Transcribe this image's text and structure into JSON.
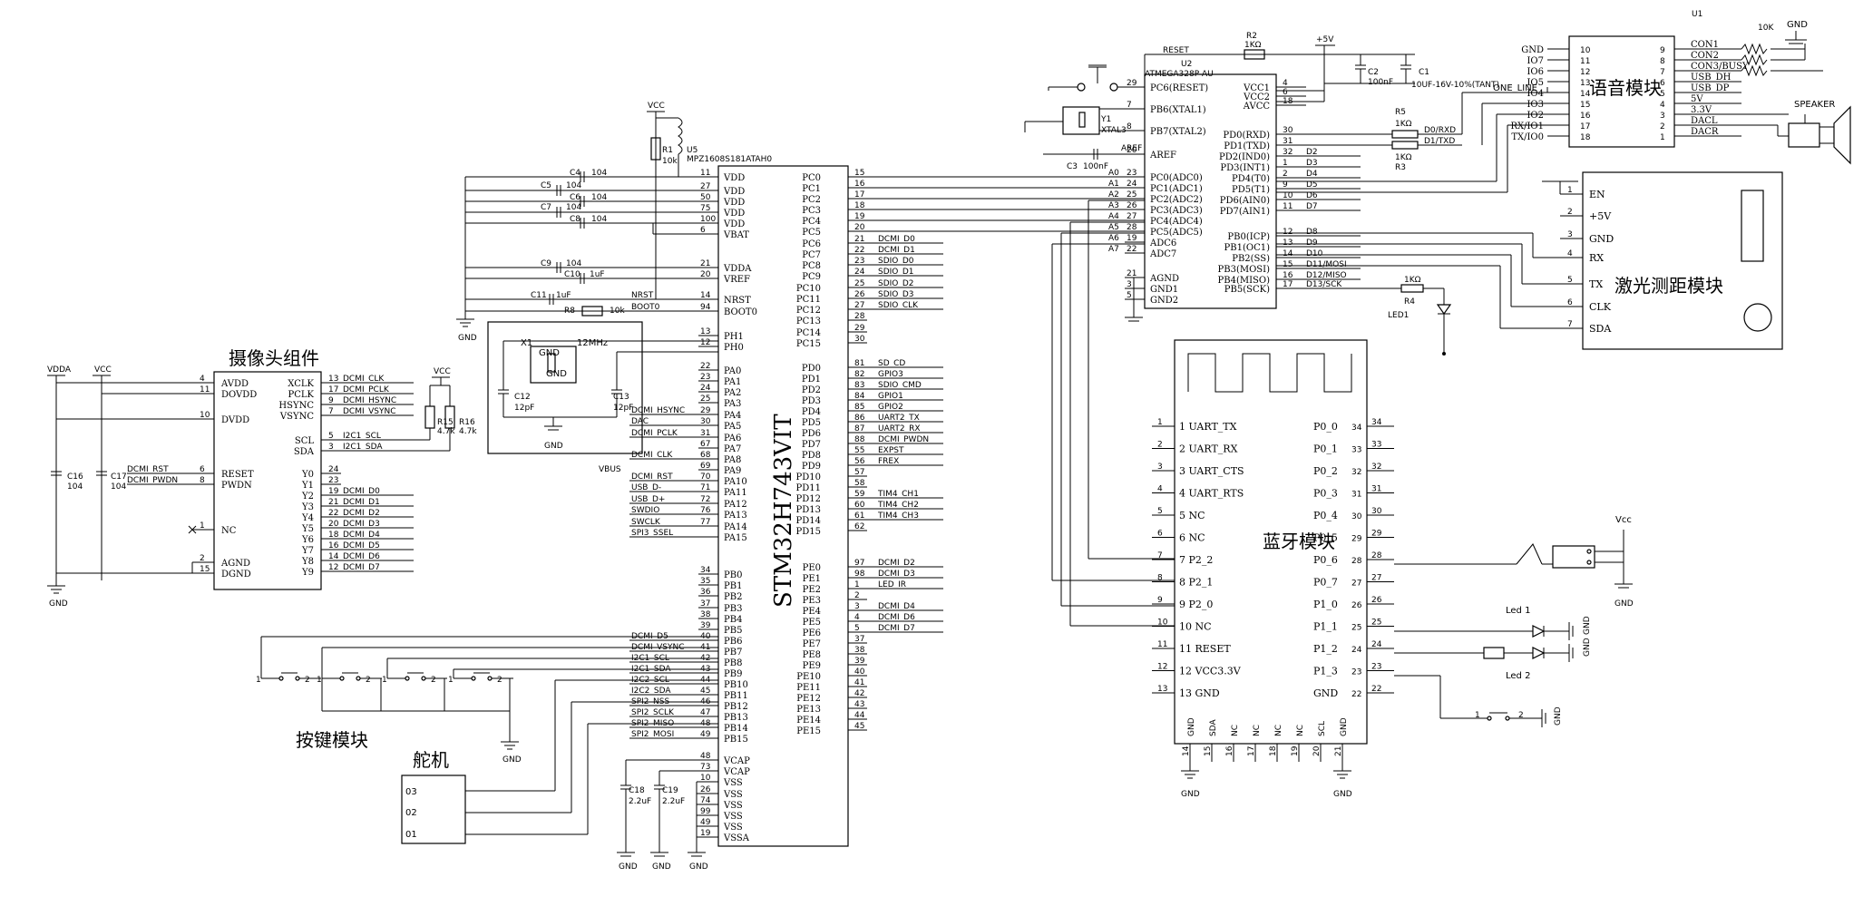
{
  "u1": {
    "id": "U1",
    "title": "STM32H743VIT",
    "left_pins": [
      {
        "name": "VDD",
        "num": "11"
      },
      {
        "name": "VDD",
        "num": "27"
      },
      {
        "name": "VDD",
        "num": "50"
      },
      {
        "name": "VDD",
        "num": "75"
      },
      {
        "name": "VDD",
        "num": "100"
      },
      {
        "name": "VBAT",
        "num": "6"
      },
      {
        "name": "VDDA",
        "num": "21"
      },
      {
        "name": "VREF",
        "num": "20"
      },
      {
        "name": "NRST",
        "num": "14"
      },
      {
        "name": "BOOT0",
        "num": "94"
      },
      {
        "name": "PH1",
        "num": "13"
      },
      {
        "name": "PH0",
        "num": "12"
      },
      {
        "name": "PA0",
        "num": "22"
      },
      {
        "name": "PA1",
        "num": "23"
      },
      {
        "name": "PA2",
        "num": "24"
      },
      {
        "name": "PA3",
        "num": "25"
      },
      {
        "name": "PA4",
        "num": "29"
      },
      {
        "name": "PA5",
        "num": "30"
      },
      {
        "name": "PA6",
        "num": "31"
      },
      {
        "name": "PA7",
        "num": "67"
      },
      {
        "name": "PA8",
        "num": "68"
      },
      {
        "name": "PA9",
        "num": "69"
      },
      {
        "name": "PA10",
        "num": "70"
      },
      {
        "name": "PA11",
        "num": "71"
      },
      {
        "name": "PA12",
        "num": "72"
      },
      {
        "name": "PA13",
        "num": "76"
      },
      {
        "name": "PA14",
        "num": "77"
      },
      {
        "name": "PA15",
        "num": ""
      },
      {
        "name": "PB0",
        "num": "34"
      },
      {
        "name": "PB1",
        "num": "35"
      },
      {
        "name": "PB2",
        "num": "36"
      },
      {
        "name": "PB3",
        "num": "37"
      },
      {
        "name": "PB4",
        "num": "38"
      },
      {
        "name": "PB5",
        "num": "39"
      },
      {
        "name": "PB6",
        "num": "40"
      },
      {
        "name": "PB7",
        "num": "41"
      },
      {
        "name": "PB8",
        "num": "42"
      },
      {
        "name": "PB9",
        "num": "43"
      },
      {
        "name": "PB10",
        "num": "44"
      },
      {
        "name": "PB11",
        "num": "45"
      },
      {
        "name": "PB12",
        "num": "46"
      },
      {
        "name": "PB13",
        "num": "47"
      },
      {
        "name": "PB14",
        "num": "48"
      },
      {
        "name": "PB15",
        "num": "49"
      },
      {
        "name": "VCAP",
        "num": "48"
      },
      {
        "name": "VCAP",
        "num": "73"
      },
      {
        "name": "VSS",
        "num": "10"
      },
      {
        "name": "VSS",
        "num": "26"
      },
      {
        "name": "VSS",
        "num": "74"
      },
      {
        "name": "VSS",
        "num": "99"
      },
      {
        "name": "VSS",
        "num": "49"
      },
      {
        "name": "VSSA",
        "num": "19"
      }
    ],
    "left_nets": [
      "",
      "",
      "",
      "",
      "",
      "",
      "",
      "",
      "NRST",
      "BOOT0",
      "",
      "",
      "",
      "",
      "",
      "",
      "DCMI_HSYNC",
      "DAC",
      "DCMI_PCLK",
      "",
      "DCMI_CLK",
      "",
      "DCMI_RST",
      "USB_D-",
      "USB_D+",
      "SWDIO",
      "SWCLK",
      "SPI3_SSEL",
      "",
      "",
      "",
      "",
      "",
      "",
      "DCMI_D5",
      "DCMI_VSYNC",
      "I2C1_SCL",
      "I2C1_SDA",
      "I2C2_SCL",
      "I2C2_SDA",
      "SPI2_NSS",
      "SPI2_SCLK",
      "SPI2_MISO",
      "SPI2_MOSI",
      "",
      "",
      "",
      "",
      "",
      "",
      "",
      ""
    ],
    "right_pins": [
      {
        "name": "PC0",
        "num": "15",
        "net": ""
      },
      {
        "name": "PC1",
        "num": "16",
        "net": ""
      },
      {
        "name": "PC2",
        "num": "17",
        "net": ""
      },
      {
        "name": "PC3",
        "num": "18",
        "net": ""
      },
      {
        "name": "PC4",
        "num": "19",
        "net": ""
      },
      {
        "name": "PC5",
        "num": "20",
        "net": ""
      },
      {
        "name": "PC6",
        "num": "21",
        "net": "DCMI_D0"
      },
      {
        "name": "PC7",
        "num": "22",
        "net": "DCMI_D1"
      },
      {
        "name": "PC8",
        "num": "23",
        "net": "SDIO_D0"
      },
      {
        "name": "PC9",
        "num": "24",
        "net": "SDIO_D1"
      },
      {
        "name": "PC10",
        "num": "25",
        "net": "SDIO_D2"
      },
      {
        "name": "PC11",
        "num": "26",
        "net": "SDIO_D3"
      },
      {
        "name": "PC12",
        "num": "27",
        "net": "SDIO_CLK"
      },
      {
        "name": "PC13",
        "num": "28",
        "net": ""
      },
      {
        "name": "PC14",
        "num": "29",
        "net": ""
      },
      {
        "name": "PC15",
        "num": "30",
        "net": ""
      },
      {
        "name": "PD0",
        "num": "81",
        "net": "SD_CD"
      },
      {
        "name": "PD1",
        "num": "82",
        "net": "GPIO3"
      },
      {
        "name": "PD2",
        "num": "83",
        "net": "SDIO_CMD"
      },
      {
        "name": "PD3",
        "num": "84",
        "net": "GPIO1"
      },
      {
        "name": "PD4",
        "num": "85",
        "net": "GPIO2"
      },
      {
        "name": "PD5",
        "num": "86",
        "net": "UART2_TX"
      },
      {
        "name": "PD6",
        "num": "87",
        "net": "UART2_RX"
      },
      {
        "name": "PD7",
        "num": "88",
        "net": "DCMI_PWDN"
      },
      {
        "name": "PD8",
        "num": "55",
        "net": "EXPST"
      },
      {
        "name": "PD9",
        "num": "56",
        "net": "FREX"
      },
      {
        "name": "PD10",
        "num": "57",
        "net": ""
      },
      {
        "name": "PD11",
        "num": "58",
        "net": ""
      },
      {
        "name": "PD12",
        "num": "59",
        "net": "TIM4_CH1"
      },
      {
        "name": "PD13",
        "num": "60",
        "net": "TIM4_CH2"
      },
      {
        "name": "PD14",
        "num": "61",
        "net": "TIM4_CH3"
      },
      {
        "name": "PD15",
        "num": "62",
        "net": ""
      },
      {
        "name": "PE0",
        "num": "97",
        "net": "DCMI_D2"
      },
      {
        "name": "PE1",
        "num": "98",
        "net": "DCMI_D3"
      },
      {
        "name": "PE2",
        "num": "1",
        "net": "LED_IR"
      },
      {
        "name": "PE3",
        "num": "2",
        "net": ""
      },
      {
        "name": "PE4",
        "num": "3",
        "net": "DCMI_D4"
      },
      {
        "name": "PE5",
        "num": "4",
        "net": "DCMI_D6"
      },
      {
        "name": "PE6",
        "num": "5",
        "net": "DCMI_D7"
      },
      {
        "name": "PE7",
        "num": "37",
        "net": ""
      },
      {
        "name": "PE8",
        "num": "38",
        "net": ""
      },
      {
        "name": "PE9",
        "num": "39",
        "net": ""
      },
      {
        "name": "PE10",
        "num": "40",
        "net": ""
      },
      {
        "name": "PE11",
        "num": "41",
        "net": ""
      },
      {
        "name": "PE12",
        "num": "42",
        "net": ""
      },
      {
        "name": "PE13",
        "num": "43",
        "net": ""
      },
      {
        "name": "PE14",
        "num": "44",
        "net": ""
      },
      {
        "name": "PE15",
        "num": "45",
        "net": ""
      }
    ],
    "vbus": "VBUS",
    "inductor": "MPZ1608S181ATAH0",
    "u5": "U5",
    "vcc": "VCC",
    "r1": "R1",
    "r1v": "10k",
    "r8": "R8",
    "r8v": "10k",
    "caps": [
      {
        "n": "C4",
        "v": "104"
      },
      {
        "n": "C5",
        "v": "104"
      },
      {
        "n": "C6",
        "v": "104"
      },
      {
        "n": "C7",
        "v": "104"
      },
      {
        "n": "C8",
        "v": "104"
      },
      {
        "n": "C9",
        "v": "104"
      },
      {
        "n": "C10",
        "v": "1uF"
      },
      {
        "n": "C11",
        "v": "1uF"
      }
    ],
    "crystal": {
      "x": "X1",
      "gnd1": "GND",
      "gnd2": "GND",
      "freq": "12MHz",
      "c12": "C12",
      "c12v": "12pF",
      "c13": "C13",
      "c13v": "12pF",
      "gnd": "GND"
    },
    "vcap": {
      "c18": "C18",
      "c18v": "2.2uF",
      "c19": "C19",
      "c19v": "2.2uF"
    },
    "gnd": "GND"
  },
  "camera": {
    "title": "摄像头组件",
    "vdda": "VDDA",
    "vcc": "VCC",
    "left_pins": [
      {
        "name": "AVDD",
        "num": "4"
      },
      {
        "name": "DOVDD",
        "num": "11"
      },
      {
        "name": "DVDD",
        "num": "10"
      },
      {
        "name": "RESET",
        "num": "6",
        "net": "DCMI_RST"
      },
      {
        "name": "PWDN",
        "num": "8",
        "net": "DCMI_PWDN"
      },
      {
        "name": "NC",
        "num": "1"
      },
      {
        "name": "AGND",
        "num": "2"
      },
      {
        "name": "DGND",
        "num": "15"
      }
    ],
    "right_pins": [
      {
        "name": "XCLK",
        "num": "13",
        "net": "DCMI_CLK"
      },
      {
        "name": "PCLK",
        "num": "17",
        "net": "DCMI_PCLK"
      },
      {
        "name": "HSYNC",
        "num": "9",
        "net": "DCMI_HSYNC"
      },
      {
        "name": "VSYNC",
        "num": "7",
        "net": "DCMI_VSYNC"
      },
      {
        "name": "SCL",
        "num": "5",
        "net": "I2C1_SCL"
      },
      {
        "name": "SDA",
        "num": "3",
        "net": "I2C1_SDA"
      },
      {
        "name": "Y0",
        "num": "24",
        "net": ""
      },
      {
        "name": "Y1",
        "num": "23",
        "net": ""
      },
      {
        "name": "Y2",
        "num": "19",
        "net": "DCMI_D0"
      },
      {
        "name": "Y3",
        "num": "21",
        "net": "DCMI_D1"
      },
      {
        "name": "Y4",
        "num": "22",
        "net": "DCMI_D2"
      },
      {
        "name": "Y5",
        "num": "20",
        "net": "DCMI_D3"
      },
      {
        "name": "Y6",
        "num": "18",
        "net": "DCMI_D4"
      },
      {
        "name": "Y7",
        "num": "16",
        "net": "DCMI_D5"
      },
      {
        "name": "Y8",
        "num": "14",
        "net": "DCMI_D6"
      },
      {
        "name": "Y9",
        "num": "12",
        "net": "DCMI_D7"
      }
    ],
    "c16": "C16",
    "c16v": "104",
    "c17": "C17",
    "c17v": "104",
    "r15": "R15",
    "r15v": "4.7k",
    "r16": "R16",
    "r16v": "4.7k",
    "gnd": "GND"
  },
  "buttons": {
    "title": "按键模块",
    "gnd": "GND",
    "p1": "1",
    "p2": "2"
  },
  "servo": {
    "title": "舵机",
    "pins": [
      "03",
      "02",
      "01"
    ]
  },
  "u2": {
    "id": "U2",
    "part": "ATMEGA328P-AU",
    "reset": "RESET",
    "r2": "R2",
    "r2v": "1KΩ",
    "plus5": "+5V",
    "left_pins": [
      {
        "name": "PC6(RESET)",
        "num": "29"
      },
      {
        "name": "PB6(XTAL1)",
        "num": "7"
      },
      {
        "name": "PB7(XTAL2)",
        "num": "8"
      },
      {
        "name": "AREF",
        "num": "20"
      },
      {
        "name": "PC0(ADC0)",
        "num": "23",
        "net": "A0"
      },
      {
        "name": "PC1(ADC1)",
        "num": "24",
        "net": "A1"
      },
      {
        "name": "PC2(ADC2)",
        "num": "25",
        "net": "A2"
      },
      {
        "name": "PC3(ADC3)",
        "num": "26",
        "net": "A3"
      },
      {
        "name": "PC4(ADC4)",
        "num": "27",
        "net": "A4"
      },
      {
        "name": "PC5(ADC5)",
        "num": "28",
        "net": "A5"
      },
      {
        "name": "ADC6",
        "num": "19",
        "net": "A6"
      },
      {
        "name": "ADC7",
        "num": "22",
        "net": "A7"
      },
      {
        "name": "AGND",
        "num": "21"
      },
      {
        "name": "GND1",
        "num": "3"
      },
      {
        "name": "GND2",
        "num": "5"
      }
    ],
    "right_pins": [
      {
        "name": "VCC1",
        "num": "4"
      },
      {
        "name": "VCC2",
        "num": "6"
      },
      {
        "name": "AVCC",
        "num": "18"
      },
      {
        "name": "PD0(RXD)",
        "num": "30",
        "net": "D0/RXD"
      },
      {
        "name": "PD1(TXD)",
        "num": "31",
        "net": "D1/TXD"
      },
      {
        "name": "PD2(IND0)",
        "num": "32",
        "net": "D2"
      },
      {
        "name": "PD3(INT1)",
        "num": "1",
        "net": "D3"
      },
      {
        "name": "PD4(T0)",
        "num": "2",
        "net": "D4"
      },
      {
        "name": "PD5(T1)",
        "num": "9",
        "net": "D5"
      },
      {
        "name": "PD6(AIN0)",
        "num": "10",
        "net": "D6"
      },
      {
        "name": "PD7(AIN1)",
        "num": "11",
        "net": "D7"
      },
      {
        "name": "PB0(ICP)",
        "num": "12",
        "net": "D8"
      },
      {
        "name": "PB1(OC1)",
        "num": "13",
        "net": "D9"
      },
      {
        "name": "PB2(SS)",
        "num": "14",
        "net": "D10"
      },
      {
        "name": "PB3(MOSI)",
        "num": "15",
        "net": "D11/MOSI"
      },
      {
        "name": "PB4(MISO)",
        "num": "16",
        "net": "D12/MISO"
      },
      {
        "name": "PB5(SCK)",
        "num": "17",
        "net": "D13/SCK"
      }
    ],
    "c1": "C1",
    "c1v": "10UF-16V-10%(TANT)",
    "c2": "C2",
    "c2v": "100nF",
    "c3": "C3",
    "c3v": "100nF",
    "aref": "AREF",
    "y1": "Y1",
    "xtal": "XTAL3",
    "r5": "R5",
    "r5v": "1KΩ",
    "r3": "R3",
    "r3v": "1KΩ",
    "r4": "R4",
    "r4v": "1KΩ",
    "led": "LED1"
  },
  "voice": {
    "u1": "U1",
    "title": "语音模块",
    "gnd": "GND",
    "left_pins": [
      {
        "name": "GND",
        "num": "10"
      },
      {
        "name": "IO7",
        "num": "11"
      },
      {
        "name": "IO6",
        "num": "12"
      },
      {
        "name": "IO5",
        "num": "13"
      },
      {
        "name": "IO4",
        "num": "14"
      },
      {
        "name": "IO3",
        "num": "15"
      },
      {
        "name": "IO2",
        "num": "16"
      },
      {
        "name": "RX/IO1",
        "num": "17"
      },
      {
        "name": "TX/IO0",
        "num": "18"
      }
    ],
    "right_pins": [
      {
        "name": "CON1",
        "num": "9"
      },
      {
        "name": "CON2",
        "num": "8"
      },
      {
        "name": "CON3/BUSY",
        "num": "7"
      },
      {
        "name": "USB_DH",
        "num": "6"
      },
      {
        "name": "USB_DP",
        "num": "5"
      },
      {
        "name": "5V",
        "num": "4"
      },
      {
        "name": "3.3V",
        "num": "3"
      },
      {
        "name": "DACL",
        "num": "2"
      },
      {
        "name": "DACR",
        "num": "1"
      }
    ],
    "one_line": "ONE_LINE",
    "r10k": "10K",
    "speaker": "SPEAKER"
  },
  "laser": {
    "title": "激光测距模块",
    "pins": [
      {
        "name": "EN",
        "num": "1"
      },
      {
        "name": "+5V",
        "num": "2"
      },
      {
        "name": "GND",
        "num": "3"
      },
      {
        "name": "RX",
        "num": "4"
      },
      {
        "name": "TX",
        "num": "5"
      },
      {
        "name": "CLK",
        "num": "6"
      },
      {
        "name": "SDA",
        "num": "7"
      }
    ]
  },
  "bluetooth": {
    "title": "蓝牙模块",
    "left_pins": [
      {
        "name": "UART_TX",
        "num": "1"
      },
      {
        "name": "UART_RX",
        "num": "2"
      },
      {
        "name": "UART_CTS",
        "num": "3"
      },
      {
        "name": "UART_RTS",
        "num": "4"
      },
      {
        "name": "NC",
        "num": "5"
      },
      {
        "name": "NC",
        "num": "6"
      },
      {
        "name": "P2_2",
        "num": "7"
      },
      {
        "name": "P2_1",
        "num": "8"
      },
      {
        "name": "P2_0",
        "num": "9"
      },
      {
        "name": "NC",
        "num": "10"
      },
      {
        "name": "RESET",
        "num": "11"
      },
      {
        "name": "VCC3.3V",
        "num": "12"
      },
      {
        "name": "GND",
        "num": "13"
      }
    ],
    "right_pins": [
      {
        "name": "P0_0",
        "num": "34"
      },
      {
        "name": "P0_1",
        "num": "33"
      },
      {
        "name": "P0_2",
        "num": "32"
      },
      {
        "name": "P0_3",
        "num": "31"
      },
      {
        "name": "P0_4",
        "num": "30"
      },
      {
        "name": "P0_5",
        "num": "29"
      },
      {
        "name": "P0_6",
        "num": "28"
      },
      {
        "name": "P0_7",
        "num": "27"
      },
      {
        "name": "P1_0",
        "num": "26"
      },
      {
        "name": "P1_1",
        "num": "25"
      },
      {
        "name": "P1_2",
        "num": "24"
      },
      {
        "name": "P1_3",
        "num": "23"
      },
      {
        "name": "GND",
        "num": "22"
      }
    ],
    "bottom_pins": [
      {
        "name": "GND",
        "num": "14"
      },
      {
        "name": "SDA",
        "num": "15"
      },
      {
        "name": "NC",
        "num": "16"
      },
      {
        "name": "NC",
        "num": "17"
      },
      {
        "name": "NC",
        "num": "18"
      },
      {
        "name": "NC",
        "num": "19"
      },
      {
        "name": "SCL",
        "num": "20"
      },
      {
        "name": "GND",
        "num": "21"
      }
    ],
    "gnd": "GND",
    "vcc": "Vcc",
    "led1": "Led 1",
    "led2": "Led 2"
  }
}
